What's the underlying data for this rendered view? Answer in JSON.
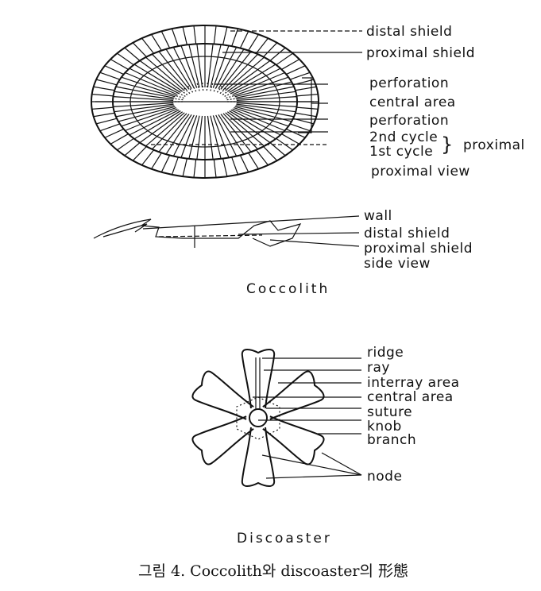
{
  "coccolith": {
    "proximal_view_labels": {
      "distal_shield": "distal shield",
      "proximal_shield": "proximal shield",
      "perforation_top": "perforation",
      "central_area": "central area",
      "perforation_bottom": "perforation",
      "second_cycle": "2nd cycle",
      "first_cycle": "1st cycle",
      "proximal": "proximal",
      "view": "proximal view"
    },
    "side_view_labels": {
      "wall": "wall",
      "distal_shield": "distal shield",
      "proximal_shield": "proximal shield",
      "view": "side view"
    },
    "title": "Coccolith"
  },
  "discoaster": {
    "labels": {
      "ridge": "ridge",
      "ray": "ray",
      "interray_area": "interray area",
      "central_area": "central area",
      "suture": "suture",
      "knob": "knob",
      "branch": "branch",
      "node": "node"
    },
    "title": "Discoaster"
  },
  "caption": "그림 4. Coccolith와 discoaster의 形態"
}
